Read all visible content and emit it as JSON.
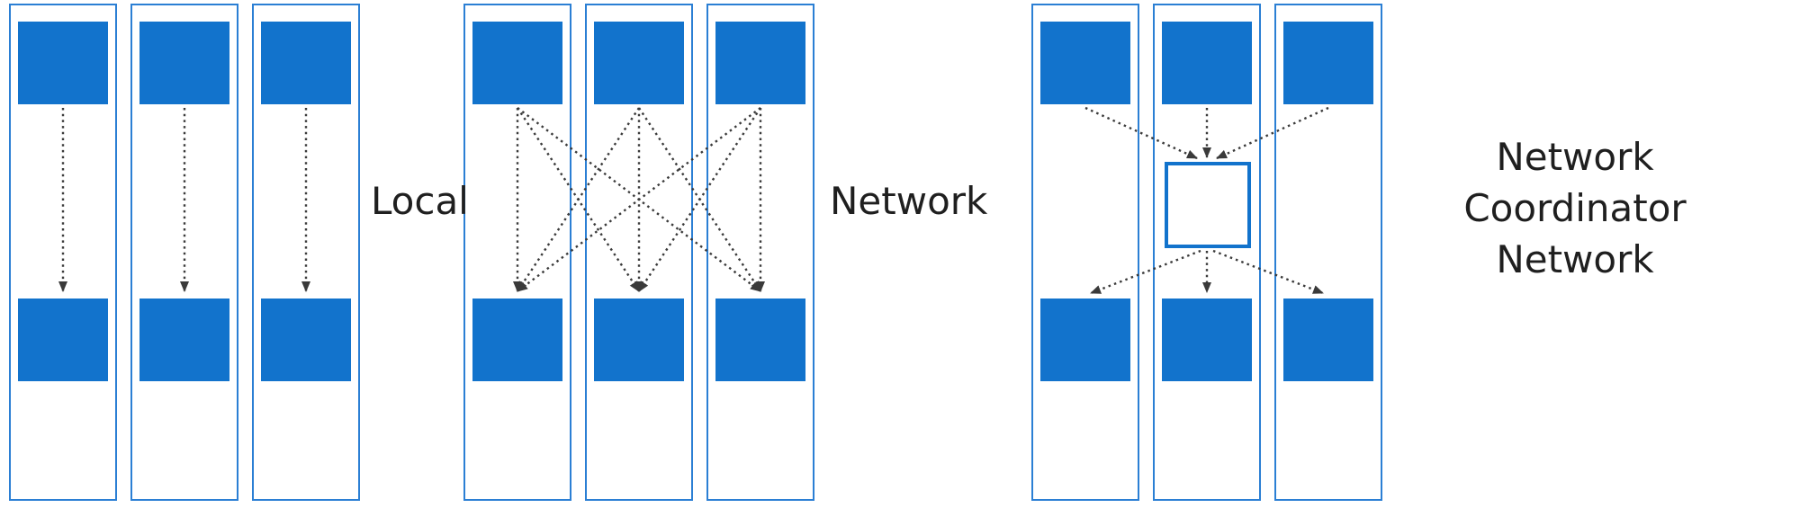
{
  "diagram": {
    "type": "network-topology-comparison",
    "panels": [
      {
        "label": "Local",
        "columns": 3,
        "pattern": "one-to-one"
      },
      {
        "label": "Network",
        "columns": 3,
        "pattern": "full-mesh"
      },
      {
        "label_lines": [
          "Network",
          "Coordinator",
          "Network"
        ],
        "columns": 3,
        "pattern": "hub-and-spoke"
      }
    ],
    "colors": {
      "node_fill": "#1273CC",
      "panel_outline": "#2B7FD4",
      "arrow": "#3A3A3A",
      "coordinator_fill": "#FFFFFF",
      "coordinator_border": "#1273CC",
      "label_text": "#1F1F1F"
    }
  }
}
